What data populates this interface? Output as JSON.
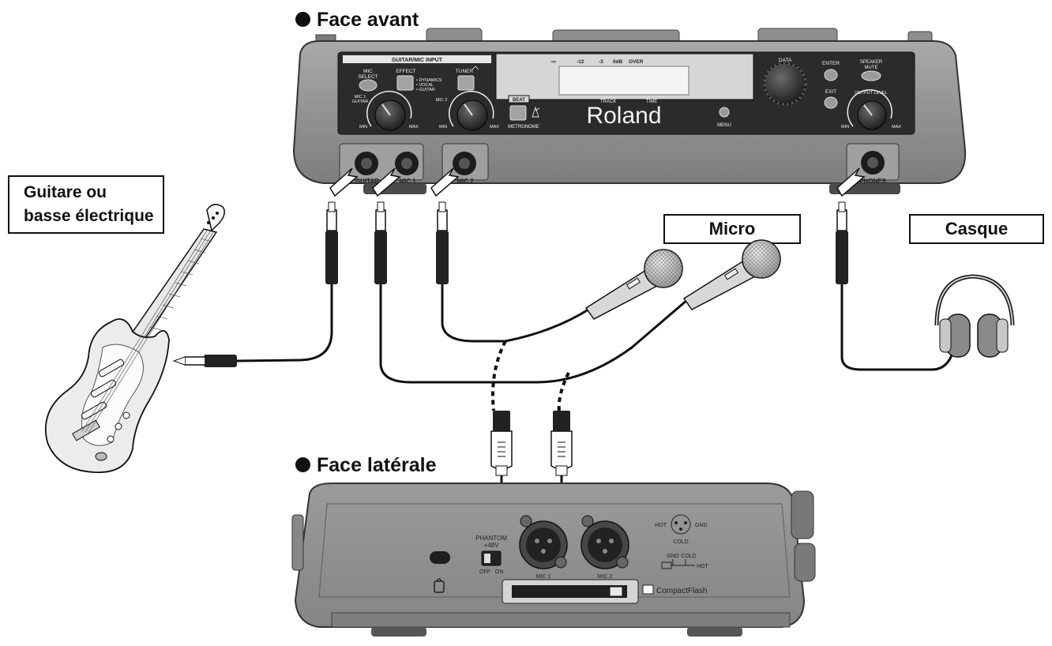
{
  "headings": {
    "front": "Face avant",
    "side": "Face latérale"
  },
  "callouts": {
    "guitar_line1": "Guitare ou",
    "guitar_line2": "basse électrique",
    "mic": "Micro",
    "headphones": "Casque"
  },
  "front_panel": {
    "section_title": "GUITAR/MIC INPUT",
    "mic_select": [
      "MIC",
      "SELECT"
    ],
    "effect": "EFFECT",
    "effect_options": [
      "• DYNAMICS",
      "• VOCAL",
      "• GUITAR"
    ],
    "tuner": "TUNER",
    "knob_mic1": [
      "MIC 1",
      "GUITAR"
    ],
    "knob_mic2": "MIC 2",
    "min": "MIN",
    "max": "MAX",
    "meter_scale": [
      "-∞",
      "-12",
      "-3",
      "0dB",
      "OVER"
    ],
    "beat": "BEAT",
    "metronome": "METRONOME",
    "track": "TRACK",
    "time": "TIME",
    "brand": "Roland",
    "menu": "MENU",
    "data": "DATA",
    "enter": "ENTER",
    "exit": "EXIT",
    "speaker_mute": [
      "SPEAKER",
      "MUTE"
    ],
    "output_level": "OUTPUT LEVEL",
    "jack_guitar": "GUITAR",
    "jack_mic1": "MIC 1",
    "jack_mic2": "MIC 2",
    "jack_phones": "PHONES"
  },
  "side_panel": {
    "phantom": [
      "PHANTOM",
      "+48V"
    ],
    "off": "OFF",
    "on": "ON",
    "xlr_mic1": "MIC 1",
    "xlr_mic2": "MIC 2",
    "hot": "HOT",
    "gnd": "GND",
    "cold": "COLD",
    "compactflash": "CompactFlash"
  },
  "colors": {
    "device_body": "#8f8f8f",
    "device_dark": "#3a3a3a",
    "panel_face": "#2b2b2b",
    "cable": "#111111"
  }
}
